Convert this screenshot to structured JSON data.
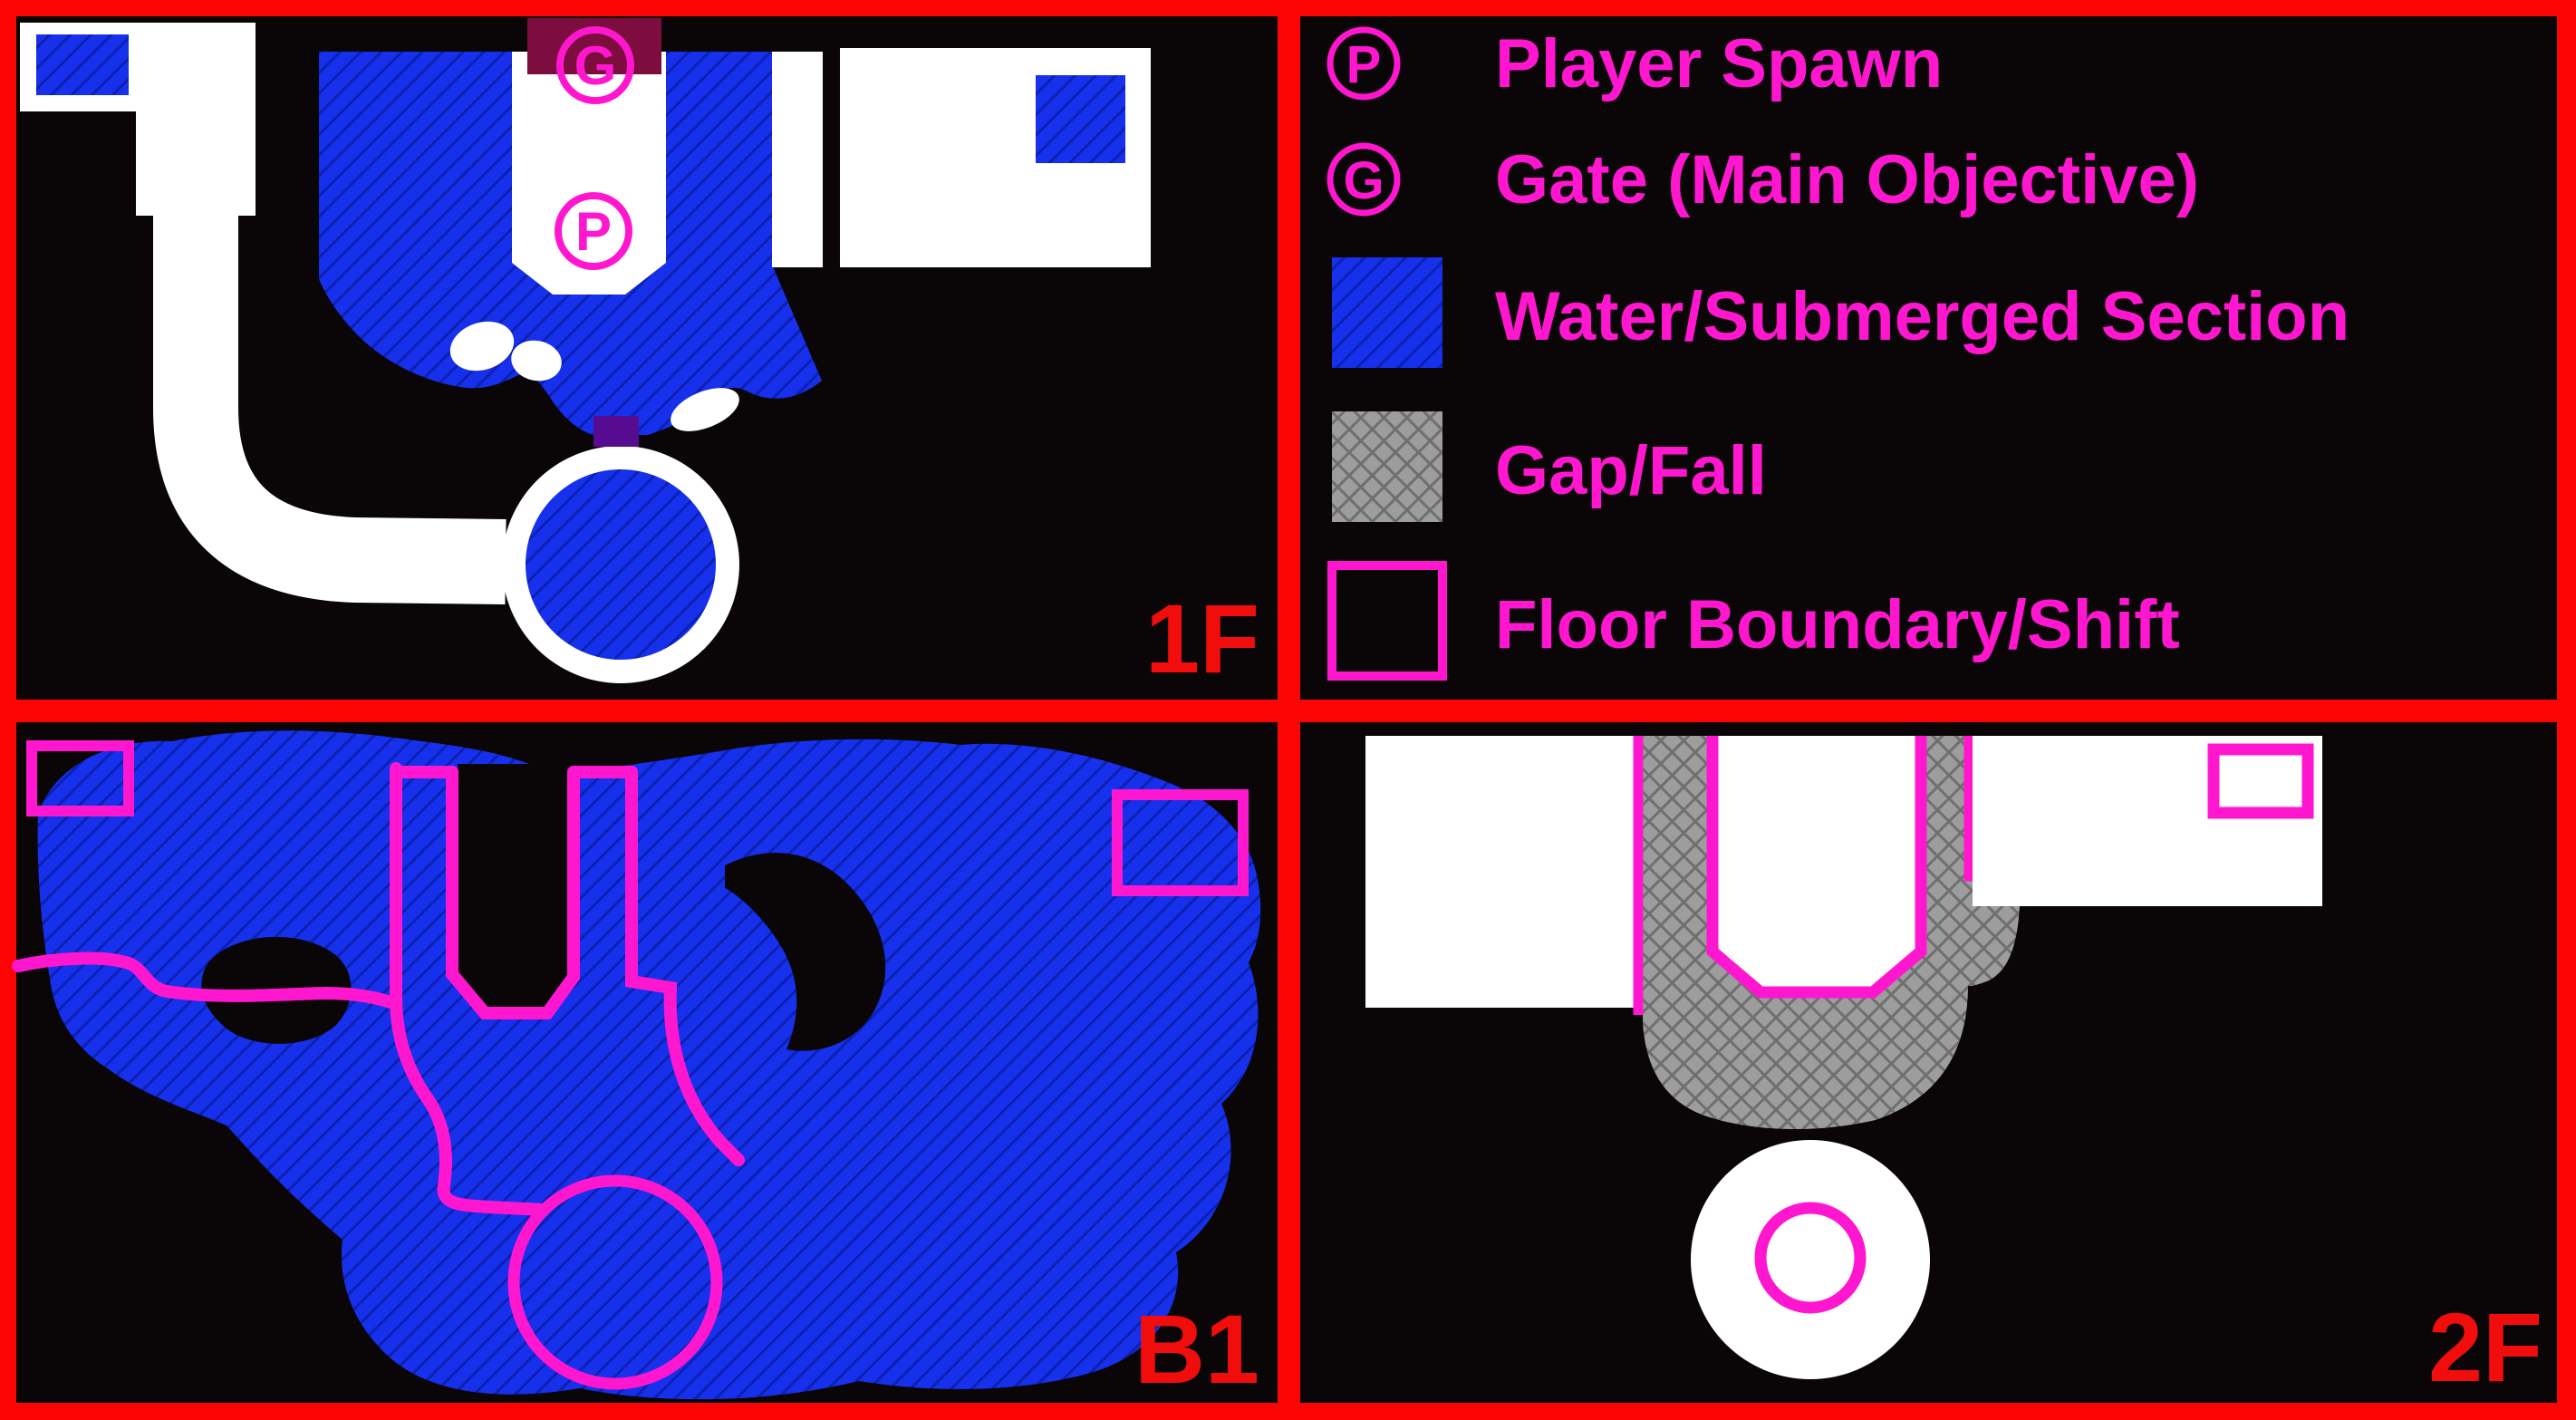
{
  "colors": {
    "bg": "#0a0506",
    "frame-red": "#fb0404",
    "label-red": "#f20d0d",
    "magenta": "#ff17d0",
    "blue": "#1730ec",
    "blue-hatch": "#0c20b2",
    "gray": "#9d9d9d",
    "gray-hatch": "#6f6f6f",
    "white": "#ffffff",
    "maroon": "#7d0d3f",
    "purple": "#570b90"
  },
  "panels": {
    "floor1": {
      "label": "1F"
    },
    "basement1": {
      "label": "B1"
    },
    "floor2": {
      "label": "2F"
    }
  },
  "markers": {
    "player": "P",
    "gate": "G"
  },
  "legend": {
    "items": [
      {
        "icon": "P",
        "label": "Player Spawn"
      },
      {
        "icon": "G",
        "label": "Gate (Main Objective)"
      },
      {
        "swatch": "water",
        "label": "Water/Submerged Section"
      },
      {
        "swatch": "gap",
        "label": "Gap/Fall"
      },
      {
        "swatch": "boundary",
        "label": "Floor Boundary/Shift"
      }
    ]
  }
}
